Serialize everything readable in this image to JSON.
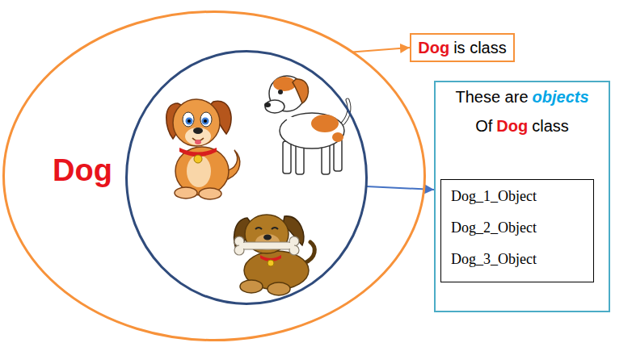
{
  "diagram": {
    "nodes": [
      {
        "text": [
          "Dog"
        ]
      },
      {
        "text": [],
        "in": 0
      },
      {
        "text": [
          "Dog",
          "is class"
        ]
      },
      {
        "text": [
          "These are",
          "objects",
          "Of",
          "Dog",
          "class"
        ]
      },
      {
        "text": [
          "Dog_1_Object",
          "Dog_2_Object",
          "Dog_3_Object"
        ],
        "in": 3
      }
    ],
    "edges": [
      {
        "from": 0,
        "to": 2,
        "arrow": "to"
      },
      {
        "from": 1,
        "to": 3,
        "arrow": "to"
      }
    ]
  }
}
